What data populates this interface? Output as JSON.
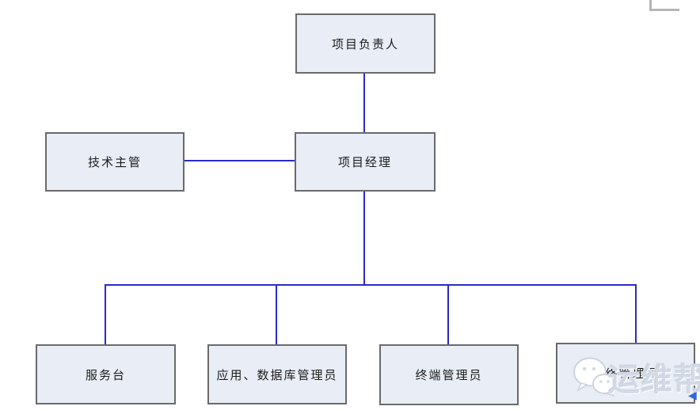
{
  "diagram": {
    "type": "org-chart",
    "colors": {
      "box_fill": "#e9edf6",
      "box_border": "#6a6a6a",
      "connector_blue": "#2a2ac8",
      "corner_mark_gray": "#b5b5b5",
      "arrow_blue": "#2f6bd7",
      "watermark_gray": "#c6cedc"
    },
    "nodes": {
      "project_leader": {
        "label": "项目负责人"
      },
      "tech_supervisor": {
        "label": "技术主管"
      },
      "project_manager": {
        "label": "项目经理"
      },
      "service_desk": {
        "label": "服务台"
      },
      "app_db_admin": {
        "label": "应用、数据库管理员"
      },
      "terminal_admin": {
        "label": "终端管理员"
      },
      "network_admin": {
        "label": "网络管理员"
      }
    },
    "edges": [
      {
        "from": "项目负责人",
        "to": "项目经理"
      },
      {
        "from": "技术主管",
        "to": "项目经理"
      },
      {
        "from": "项目经理",
        "to": "服务台"
      },
      {
        "from": "项目经理",
        "to": "应用、数据库管理员"
      },
      {
        "from": "项目经理",
        "to": "终端管理员"
      },
      {
        "from": "项目经理",
        "to": "网络管理员"
      }
    ],
    "watermark": {
      "text": "运维帮",
      "icon": "wechat-bubbles-icon"
    },
    "decorations": {
      "edge_arrow_glyph": "◀"
    }
  }
}
